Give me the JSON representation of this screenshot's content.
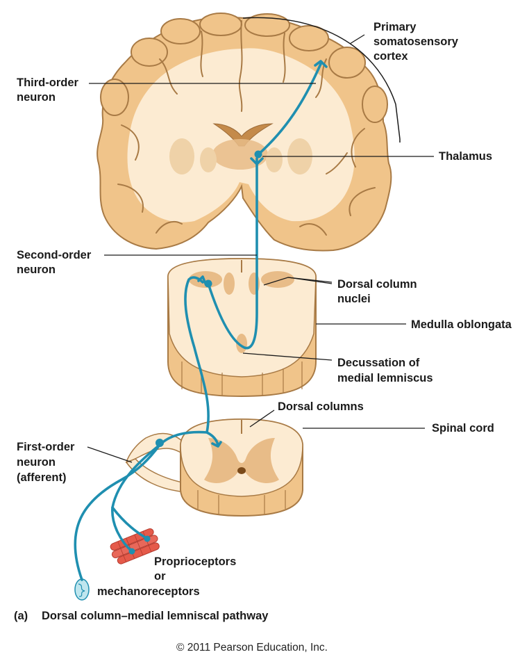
{
  "labels": {
    "primary_cortex": [
      "Primary",
      "somatosensory",
      "cortex"
    ],
    "third_order": [
      "Third-order",
      "neuron"
    ],
    "thalamus": [
      "Thalamus"
    ],
    "second_order": [
      "Second-order",
      "neuron"
    ],
    "dorsal_column_nuclei": [
      "Dorsal column",
      "nuclei"
    ],
    "medulla": [
      "Medulla oblongata"
    ],
    "decussation": [
      "Decussation of",
      "medial lemniscus"
    ],
    "dorsal_columns": [
      "Dorsal columns"
    ],
    "spinal_cord": [
      "Spinal cord"
    ],
    "first_order": [
      "First-order",
      "neuron",
      "(afferent)"
    ],
    "receptors": [
      "Proprioceptors",
      "or",
      "mechanoreceptors"
    ]
  },
  "caption": {
    "letter": "(a)",
    "title": "Dorsal column–medial lemniscal pathway"
  },
  "copyright": "© 2011 Pearson Education, Inc.",
  "colors": {
    "tissue_outer": "#f0c48a",
    "tissue_stroke": "#a87a45",
    "tissue_inner": "#fcebd2",
    "gray_matter": "#e8bc88",
    "neuron": "#1f8fb0",
    "muscle": "#e55a4a",
    "receptor": "#bfe6ee"
  }
}
